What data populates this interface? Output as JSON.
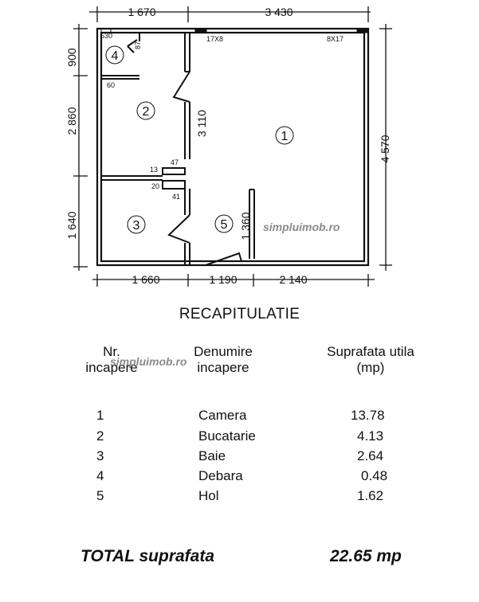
{
  "plan": {
    "dims": {
      "top_left": "1 670",
      "top_right": "3 430",
      "left_upper": "900",
      "left_mid": "2 860",
      "left_lower": "1 640",
      "right": "4 570",
      "bottom_left": "1 660",
      "bottom_mid": "1 190",
      "bottom_right": "2 140",
      "inner_wall": "3 110",
      "hall": "1 360"
    },
    "small_labels": {
      "s530": "530",
      "s87": "87",
      "s60": "60",
      "s47": "47",
      "s13": "13",
      "s20": "20",
      "s41": "41",
      "win1": "17X8",
      "win2": "8X17"
    },
    "room_numbers": [
      "1",
      "2",
      "3",
      "4",
      "5"
    ],
    "watermark": "simpluimob.ro"
  },
  "summary": {
    "title": "RECAPITULATIE",
    "headers": {
      "nr_line1": "Nr.",
      "nr_line2": "incapere",
      "name_line1": "Denumire",
      "name_line2": "incapere",
      "area_line1": "Suprafata utila",
      "area_line2": "(mp)"
    },
    "watermark": "simpluimob.ro",
    "rows": [
      {
        "nr": "1",
        "name": "Camera",
        "area": "13.78"
      },
      {
        "nr": "2",
        "name": "Bucatarie",
        "area": "4.13"
      },
      {
        "nr": "3",
        "name": "Baie",
        "area": "2.64"
      },
      {
        "nr": "4",
        "name": "Debara",
        "area": "0.48"
      },
      {
        "nr": "5",
        "name": "Hol",
        "area": "1.62"
      }
    ],
    "total_label": "TOTAL suprafata",
    "total_value": "22.65 mp"
  }
}
